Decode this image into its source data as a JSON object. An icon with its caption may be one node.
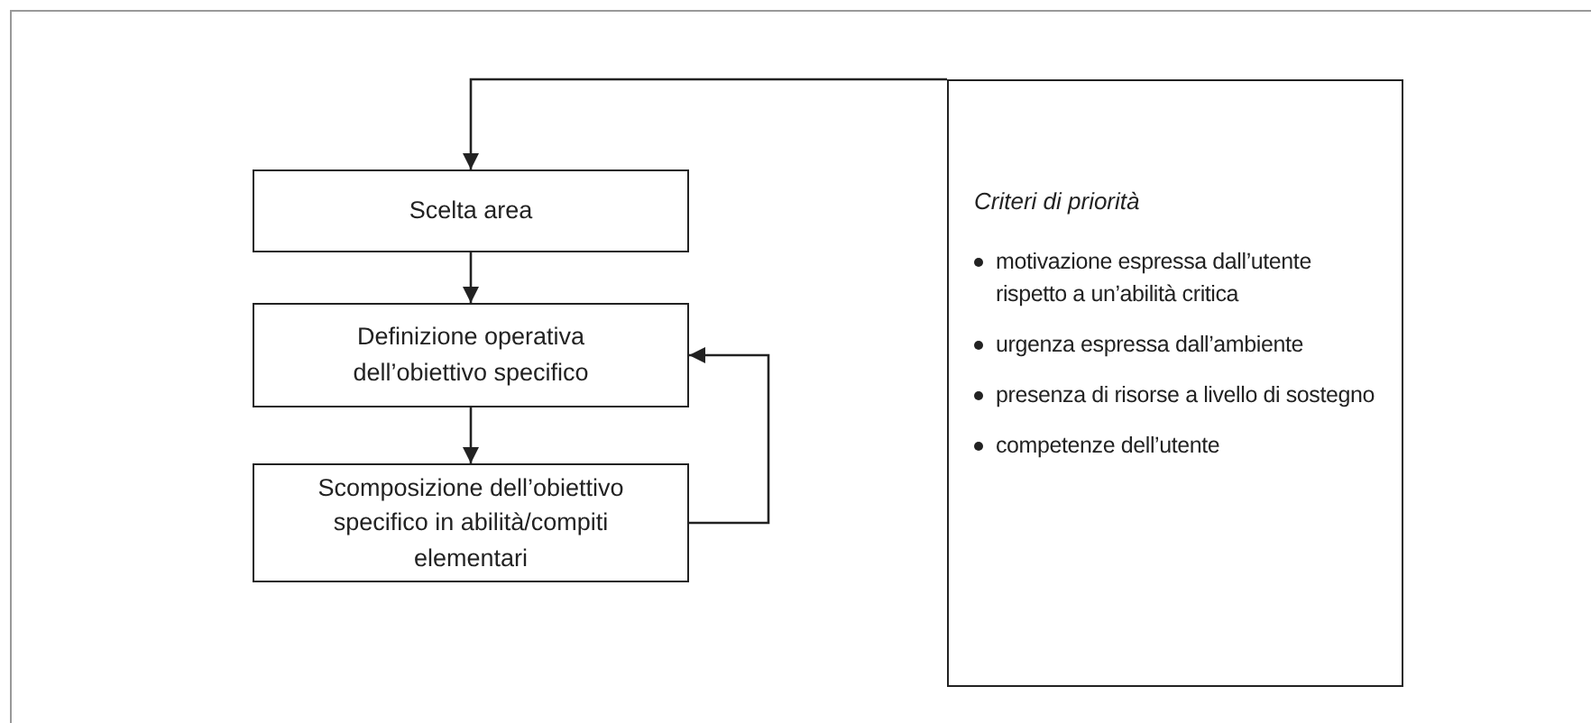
{
  "diagram": {
    "nodes": [
      {
        "text": [
          "Scelta area"
        ]
      },
      {
        "text": [
          "Definizione operativa dell’obiettivo specifico"
        ]
      },
      {
        "text": [
          "Scomposizione dell’obiettivo specifico in abilità/compiti elementari"
        ]
      },
      {
        "text": [
          "Criteri di priorità",
          "motivazione espressa dall’utente rispetto a un’abilità critica",
          "urgenza espressa dall’ambiente",
          "presenza di risorse a livello di sostegno",
          "competenze dell’utente"
        ]
      }
    ],
    "edges": [
      {
        "from": 3,
        "to": 0,
        "arrow": "to"
      },
      {
        "from": 0,
        "to": 1,
        "arrow": "to"
      },
      {
        "from": 1,
        "to": 2,
        "arrow": "to"
      },
      {
        "from": 2,
        "to": 1,
        "arrow": "to"
      }
    ]
  }
}
